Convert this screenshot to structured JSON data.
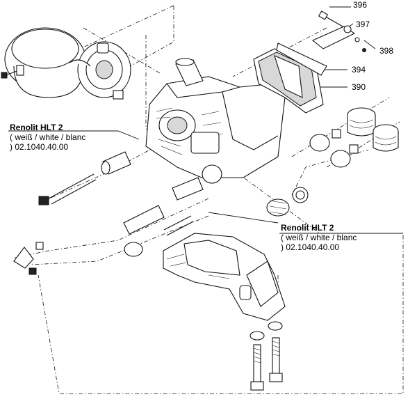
{
  "part_numbers": {
    "p396": "396",
    "p397": "397",
    "p398": "398",
    "p394": "394",
    "p390": "390"
  },
  "lubricant_note_left": {
    "title": "Renolit HLT 2",
    "line2": "( weiß / white / blanc",
    "line3": ") 02.1040.40.00"
  },
  "lubricant_note_right": {
    "title": "Renolit HLT 2",
    "line2": "( weiß / white / blanc",
    "line3": ") 02.1040.40.00"
  }
}
